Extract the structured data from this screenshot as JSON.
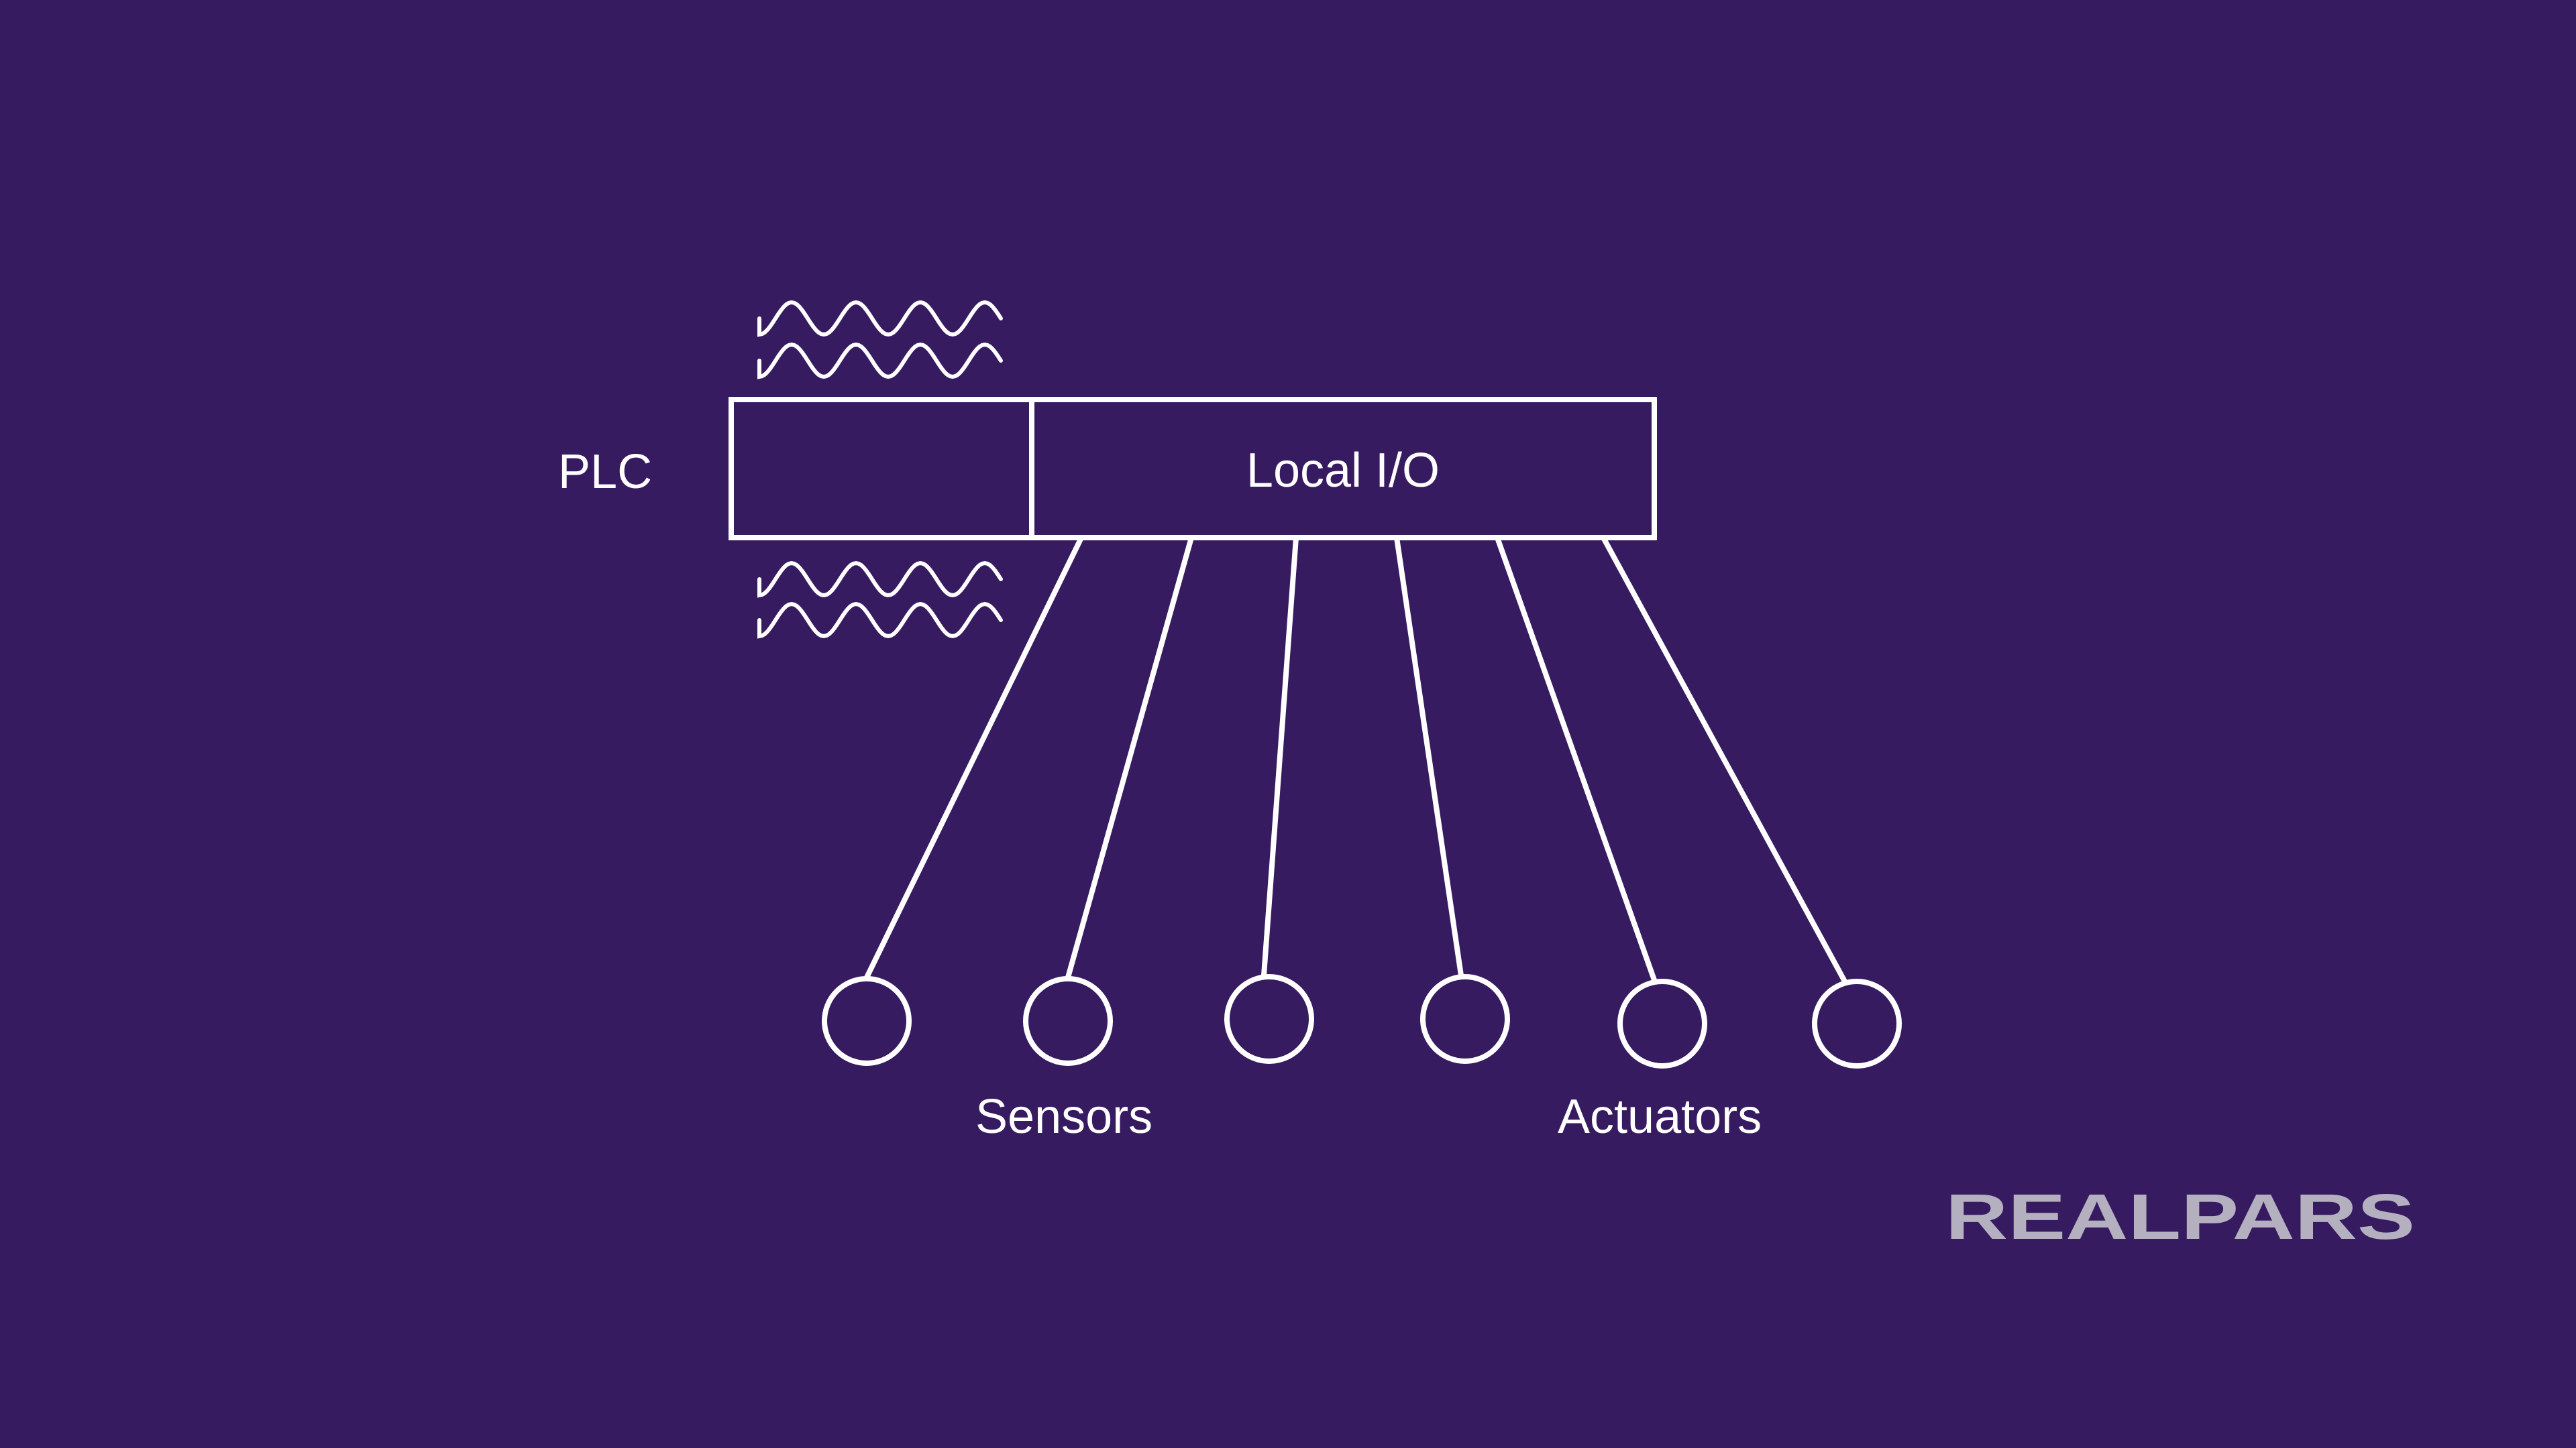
{
  "diagram": {
    "plc_label": "PLC",
    "local_io_label": "Local I/O",
    "sensors_label": "Sensors",
    "actuators_label": "Actuators",
    "device_count": 6,
    "colors": {
      "background": "#371b61",
      "stroke": "#ffffff",
      "logo": "#b4b0c0"
    }
  },
  "logo": {
    "text": "REALPARS"
  }
}
